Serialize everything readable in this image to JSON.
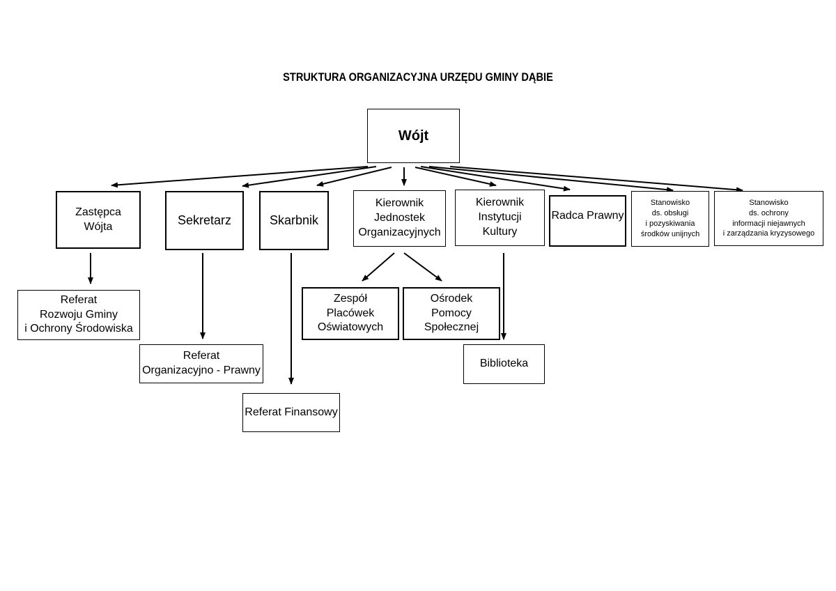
{
  "title": "STRUKTURA ORGANIZACYJNA URZĘDU GMINY DĄBIE",
  "nodes": {
    "wojt": "Wójt",
    "zastepca": "Zastępca\nWójta",
    "sekretarz": "Sekretarz",
    "skarbnik": "Skarbnik",
    "kierownik_jednostek": "Kierownik\nJednostek\nOrganizacyjnych",
    "kierownik_kultury": "Kierownik\nInstytucji\nKultury",
    "radca": "Radca Prawny",
    "stanowisko_unijne": "Stanowisko\nds. obsługi\ni pozyskiwania\nśrodków unijnych",
    "stanowisko_kryzys": "Stanowisko\nds. ochrony\ninformacji niejawnych\ni zarządzania kryzysowego",
    "referat_rozwoju": "Referat\nRozwoju Gminy\ni Ochrony Środowiska",
    "referat_org": "Referat\nOrganizacyjno - Prawny",
    "referat_fin": "Referat Finansowy",
    "zespol": "Zespół\nPlacówek\nOświatowych",
    "osrodek": "Ośrodek\nPomocy\nSpołecznej",
    "biblioteka": "Biblioteka"
  }
}
